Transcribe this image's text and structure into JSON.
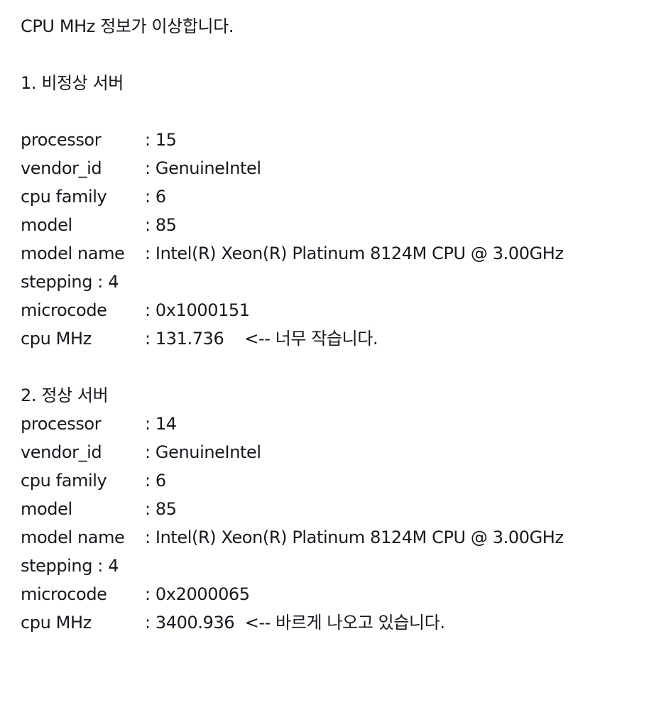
{
  "intro": "CPU MHz 정보가 이상합니다.",
  "sections": [
    {
      "heading": "1. 비정상 서버",
      "rows": [
        {
          "key": "processor",
          "value": ": 15"
        },
        {
          "key": "vendor_id",
          "value": ": GenuineIntel"
        },
        {
          "key": "cpu family",
          "value": ": 6"
        },
        {
          "key": "model",
          "value": ": 85"
        },
        {
          "key": "model name",
          "value": ": Intel(R) Xeon(R) Platinum 8124M CPU @ 3.00GHz"
        },
        {
          "inline": "stepping : 4"
        },
        {
          "key": "microcode",
          "value": ": 0x1000151"
        },
        {
          "key": "cpu MHz",
          "value": ": 131.736    <-- 너무 작습니다."
        }
      ]
    },
    {
      "heading": "2. 정상 서버",
      "rows": [
        {
          "key": "processor",
          "value": ": 14"
        },
        {
          "key": "vendor_id",
          "value": ": GenuineIntel"
        },
        {
          "key": "cpu family",
          "value": ": 6"
        },
        {
          "key": "model",
          "value": ": 85"
        },
        {
          "key": "model name",
          "value": ": Intel(R) Xeon(R) Platinum 8124M CPU @ 3.00GHz"
        },
        {
          "inline": "stepping : 4"
        },
        {
          "key": "microcode",
          "value": ": 0x2000065"
        },
        {
          "key": "cpu MHz",
          "value": ": 3400.936  <-- 바르게 나오고 있습니다."
        }
      ]
    }
  ]
}
